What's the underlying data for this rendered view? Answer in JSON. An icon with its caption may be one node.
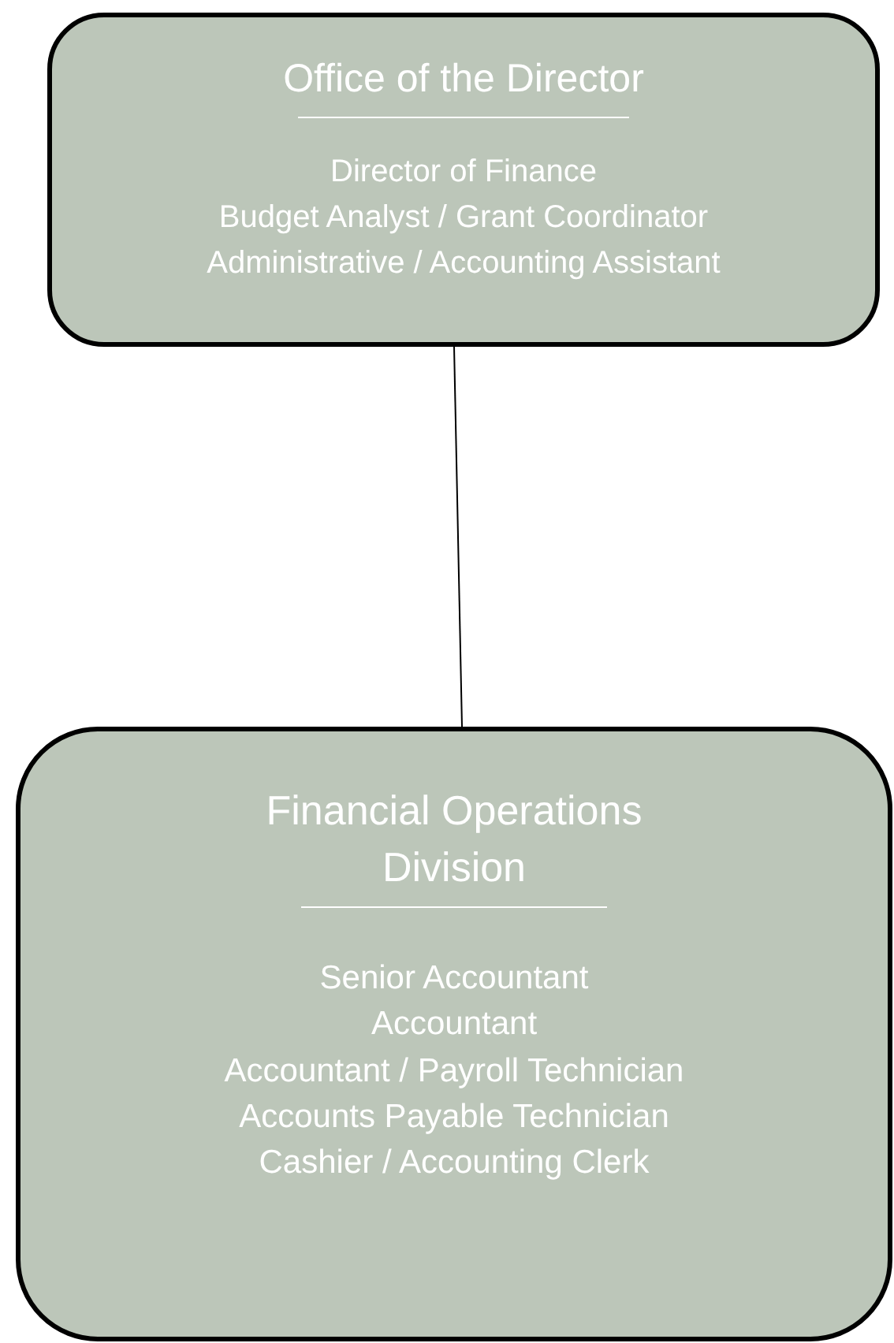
{
  "diagram": {
    "nodes": [
      {
        "text": [
          "Office of the Director",
          "Director of Finance",
          "Budget Analyst / Grant Coordinator",
          "Administrative / Accounting Assistant"
        ]
      },
      {
        "text": [
          "Financial Operations Division",
          "Senior Accountant",
          "Accountant",
          "Accountant / Payroll Technician",
          "Accounts Payable Technician",
          "Cashier / Accounting Clerk"
        ]
      }
    ],
    "edges": [
      {
        "from": 0,
        "to": 1,
        "arrow": "none"
      }
    ]
  }
}
